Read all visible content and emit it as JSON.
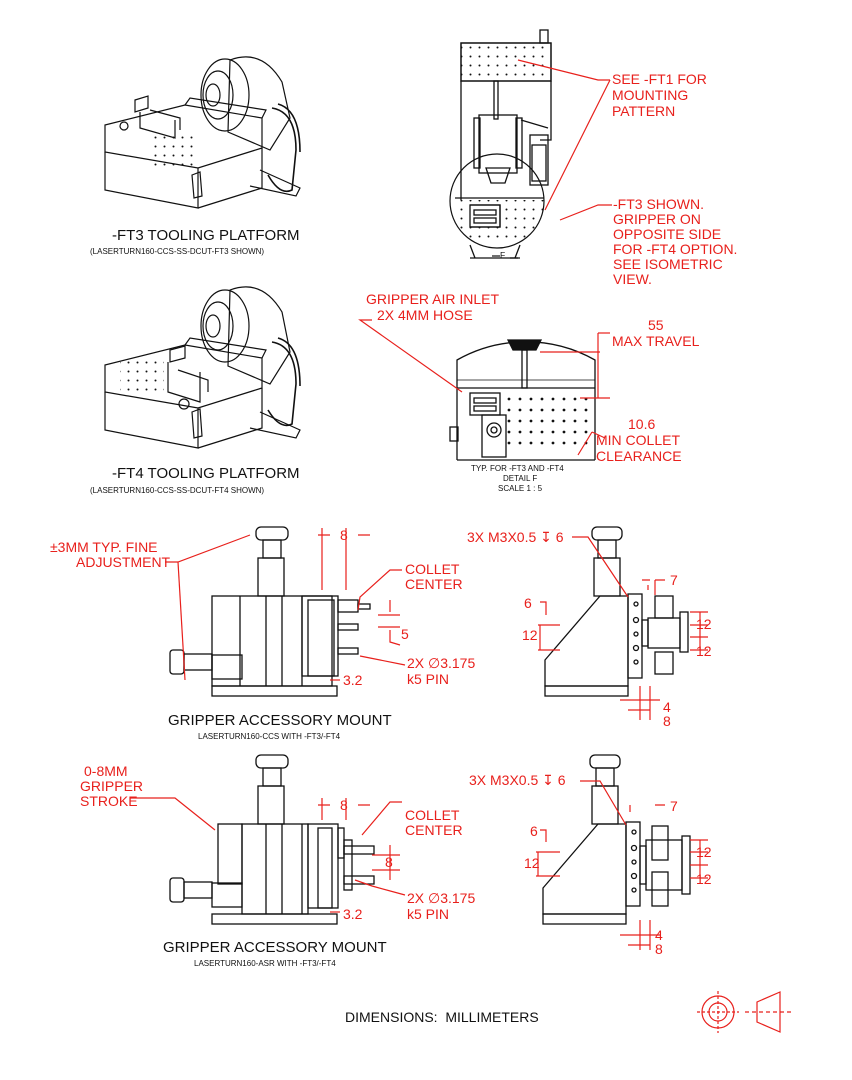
{
  "views": {
    "ft3_title": "-FT3 TOOLING PLATFORM",
    "ft3_subtitle": "(LASERTURN160-CCS-SS-DCUT-FT3 SHOWN)",
    "ft4_title": "-FT4 TOOLING PLATFORM",
    "ft4_subtitle": "(LASERTURN160-CCS-SS-DCUT-FT4 SHOWN)",
    "detail_caption_1": "TYP. FOR -FT3 AND -FT4",
    "detail_caption_2": "DETAIL F",
    "detail_caption_3": "SCALE 1 : 5",
    "gripper_ccs_title": "GRIPPER ACCESSORY MOUNT",
    "gripper_ccs_subtitle": "LASERTURN160-CCS WITH -FT3/-FT4",
    "gripper_asr_title": "GRIPPER ACCESSORY MOUNT",
    "gripper_asr_subtitle": "LASERTURN160-ASR WITH -FT3/-FT4",
    "section_marker": "F"
  },
  "callouts": {
    "mounting_1": "SEE -FT1 FOR",
    "mounting_2": "MOUNTING",
    "mounting_3": "PATTERN",
    "ft3_shown_1": "-FT3 SHOWN.",
    "ft3_shown_2": "GRIPPER ON",
    "ft3_shown_3": "OPPOSITE SIDE",
    "ft3_shown_4": "FOR -FT4 OPTION.",
    "ft3_shown_5": "SEE ISOMETRIC",
    "ft3_shown_6": "VIEW.",
    "air_inlet_1": "GRIPPER AIR INLET",
    "air_inlet_2": "2X 4MM HOSE",
    "max_travel_value": "55",
    "max_travel_label": "MAX TRAVEL",
    "min_collet_value": "10.6",
    "min_collet_label_1": "MIN COLLET",
    "min_collet_label_2": "CLEARANCE",
    "fine_adj_1": "±3MM TYP. FINE",
    "fine_adj_2": "ADJUSTMENT",
    "collet_center_1": "COLLET",
    "collet_center_2": "CENTER",
    "pin_1": "2X ∅3.175",
    "pin_2": "k5 PIN",
    "thread": "3X M3X0.5 ↧ 6",
    "stroke_1": "0-8MM",
    "stroke_2": "GRIPPER",
    "stroke_3": "STROKE"
  },
  "dims": {
    "ccs_8": "8",
    "ccs_5": "5",
    "ccs_32": "3.2",
    "ccs_side_7": "7",
    "ccs_side_6": "6",
    "ccs_side_12a": "12",
    "ccs_side_12b": "12",
    "ccs_side_12c": "12",
    "ccs_side_4": "4",
    "ccs_side_8": "8",
    "asr_8": "8",
    "asr_8b": "8",
    "asr_32": "3.2",
    "asr_side_7": "7",
    "asr_side_6": "6",
    "asr_side_12a": "12",
    "asr_side_12b": "12",
    "asr_side_12c": "12",
    "asr_side_4": "4",
    "asr_side_8": "8"
  },
  "footer": {
    "units": "DIMENSIONS:  MILLIMETERS"
  },
  "colors": {
    "annotation": "#e8201c",
    "linework": "#111111"
  },
  "icons": {
    "projection": "third-angle-projection-icon"
  }
}
